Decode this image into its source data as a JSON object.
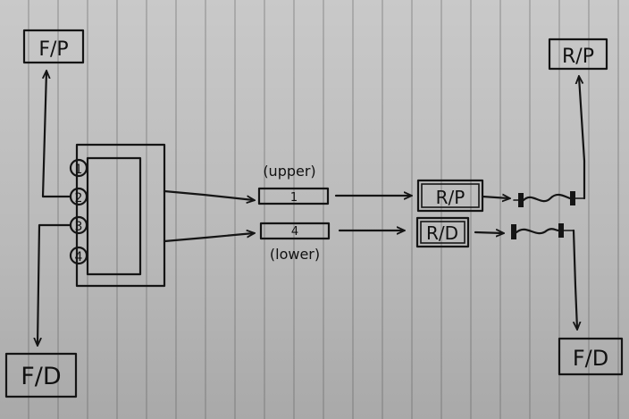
{
  "labels": {
    "fp_top_left": "F/P",
    "fd_bottom_left": "F/D",
    "rp_top_right": "R/P",
    "fd_bottom_right": "F/D",
    "rp_middle": "R/P",
    "rd_middle": "R/D",
    "upper_caption": "(upper)",
    "lower_caption": "(lower)",
    "bar_upper_value": "1",
    "bar_lower_value": "4"
  },
  "ports": [
    "1",
    "2",
    "3",
    "4"
  ]
}
